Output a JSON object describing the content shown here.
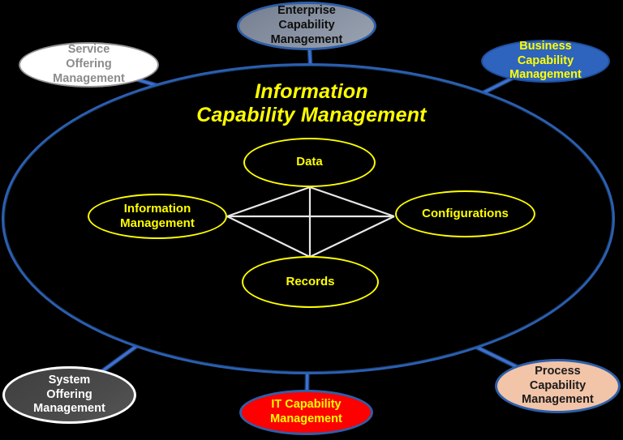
{
  "diagram": {
    "title": "Information\nCapability Management",
    "nodes": {
      "enterprise": {
        "label": "Enterprise\nCapability\nManagement",
        "fill": "#8A93A3",
        "border": "#2E5FA8",
        "text": "#0D0D0D"
      },
      "service": {
        "label": "Service\nOffering\nManagement",
        "fill": "#FFFFFF",
        "border": "#919191",
        "text": "#8C8C8C"
      },
      "business": {
        "label": "Business\nCapability\nManagement",
        "fill": "#2E64BE",
        "border": "#1F4E9C",
        "text": "#FFFF00"
      },
      "system": {
        "label": "System\nOffering\nManagement",
        "fill": "#4A4A4A",
        "border": "#FFFFFF",
        "text": "#FFFFFF"
      },
      "it": {
        "label": "IT Capability\nManagement",
        "fill": "#FF0000",
        "border": "#2E5FA8",
        "text": "#FFFF00"
      },
      "process": {
        "label": "Process\nCapability\nManagement",
        "fill": "#F2C4A8",
        "border": "#2E5FA8",
        "text": "#1A1A1A"
      },
      "data": {
        "label": "Data",
        "fill": "#000000",
        "border": "#FFFF00",
        "text": "#FFFF00"
      },
      "information_management": {
        "label": "Information\nManagement",
        "fill": "#000000",
        "border": "#FFFF00",
        "text": "#FFFF00"
      },
      "configurations": {
        "label": "Configurations",
        "fill": "#000000",
        "border": "#FFFF00",
        "text": "#FFFF00"
      },
      "records": {
        "label": "Records",
        "fill": "#000000",
        "border": "#FFFF00",
        "text": "#FFFF00"
      }
    },
    "colors": {
      "background": "#000000",
      "main_ellipse_fill": "#000000",
      "main_ellipse_border": "#2C5FB0",
      "connector_blue": "#3E6FD0",
      "connector_dark_edge": "#17375E",
      "inner_link_white": "#E8E8E8",
      "title_text": "#FFFF00",
      "inner_node_accent": "#FFFF00"
    }
  }
}
